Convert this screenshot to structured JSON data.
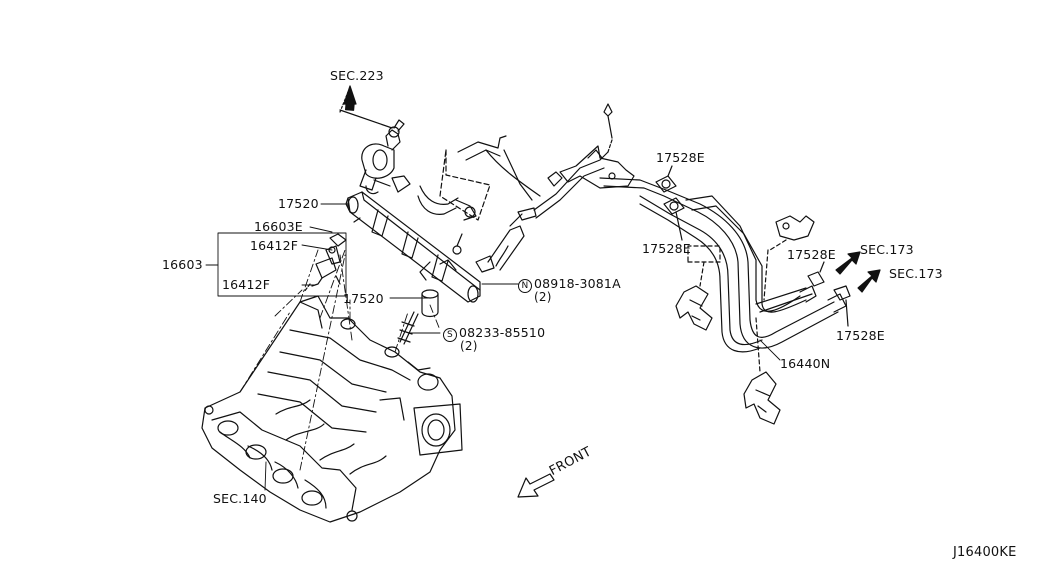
{
  "drawing_code": "J16400KE",
  "labels": {
    "sec_223": "SEC.223",
    "p17520_rail": "17520",
    "p16603e": "16603E",
    "p16603": "16603",
    "p16412f_top": "16412F",
    "p16412f_bottom": "16412F",
    "p17520_damper": "17520",
    "bolt_n": {
      "symbol": "N",
      "part": "08918-3081A",
      "qty": "(2)"
    },
    "bolt_s": {
      "symbol": "S",
      "part": "08233-85510",
      "qty": "(2)"
    },
    "sec_140": "SEC.140",
    "front": "FRONT",
    "clamp_top_right": "17528E",
    "clamp_mid_left": "17528E",
    "clamp_mid_right": "17528E",
    "clamp_bottom_right": "17528E",
    "sec_173_upper": "SEC.173",
    "sec_173_lower": "SEC.173",
    "p16440n": "16440N"
  }
}
